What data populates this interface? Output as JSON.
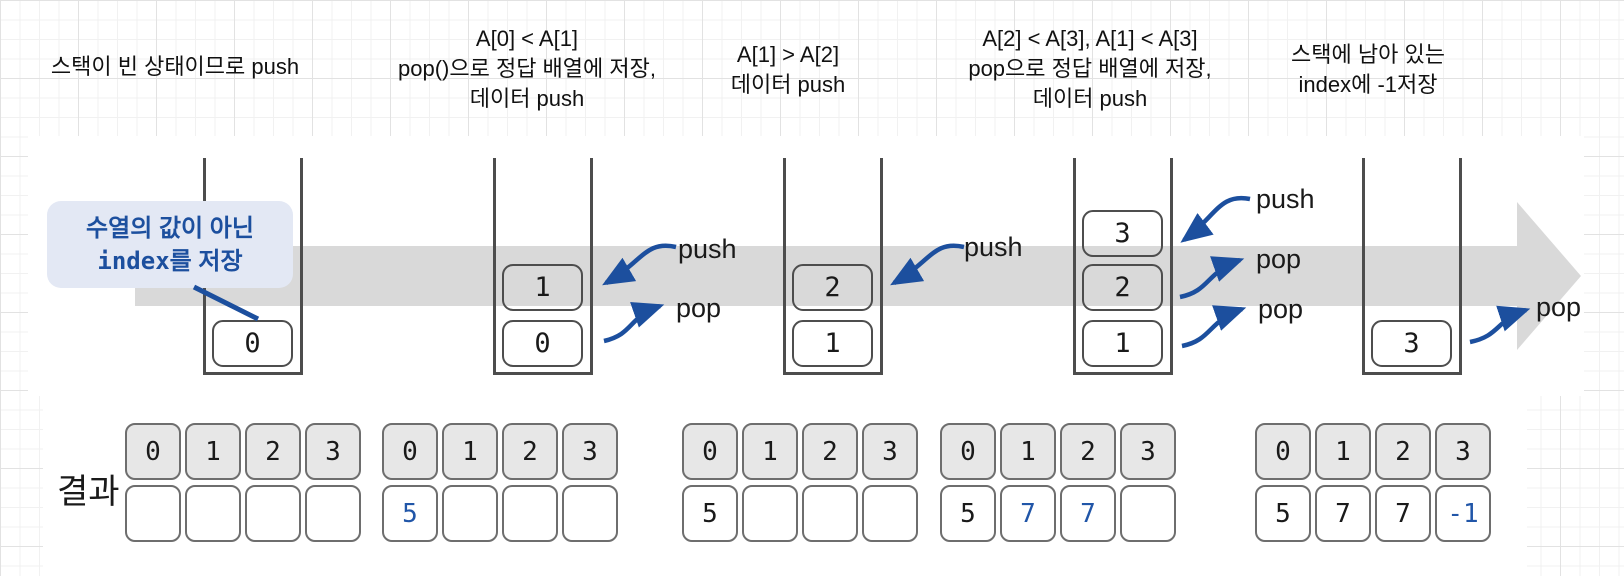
{
  "colors": {
    "accent_blue": "#1c4f9e",
    "band_gray": "#d9d9d9",
    "index_cell_gray": "#e7e7e7",
    "highlight_value_blue": "#2156a8"
  },
  "top_labels": [
    {
      "lines": [
        "스택이 빈 상태이므로 push"
      ]
    },
    {
      "lines": [
        "A[0] < A[1]",
        "pop()으로 정답 배열에 저장,",
        "데이터 push"
      ]
    },
    {
      "lines": [
        "A[1] > A[2]",
        "데이터 push"
      ]
    },
    {
      "lines": [
        "A[2] < A[3], A[1] < A[3]",
        "pop으로 정답 배열에 저장,",
        "데이터 push"
      ]
    },
    {
      "lines": [
        "스택에 남아 있는",
        "index에 -1저장"
      ]
    }
  ],
  "callout": {
    "line1": "수열의 값이 아닌",
    "line2_code": "index",
    "line2_rest": "를 저장"
  },
  "actions": {
    "push": "push",
    "pop": "pop"
  },
  "stacks": [
    {
      "cells": [
        "0"
      ]
    },
    {
      "cells": [
        "1",
        "0"
      ]
    },
    {
      "cells": [
        "2",
        "1"
      ]
    },
    {
      "cells": [
        "3",
        "2",
        "1"
      ]
    },
    {
      "cells": [
        "3"
      ]
    }
  ],
  "result": {
    "label": "결과",
    "index_row": [
      "0",
      "1",
      "2",
      "3"
    ],
    "groups": [
      {
        "values": [
          "",
          "",
          "",
          ""
        ]
      },
      {
        "values": [
          "5",
          "",
          "",
          ""
        ]
      },
      {
        "values": [
          "5",
          "",
          "",
          ""
        ]
      },
      {
        "values": [
          "5",
          "7",
          "7",
          ""
        ]
      },
      {
        "values": [
          "5",
          "7",
          "7",
          "-1"
        ]
      }
    ]
  }
}
